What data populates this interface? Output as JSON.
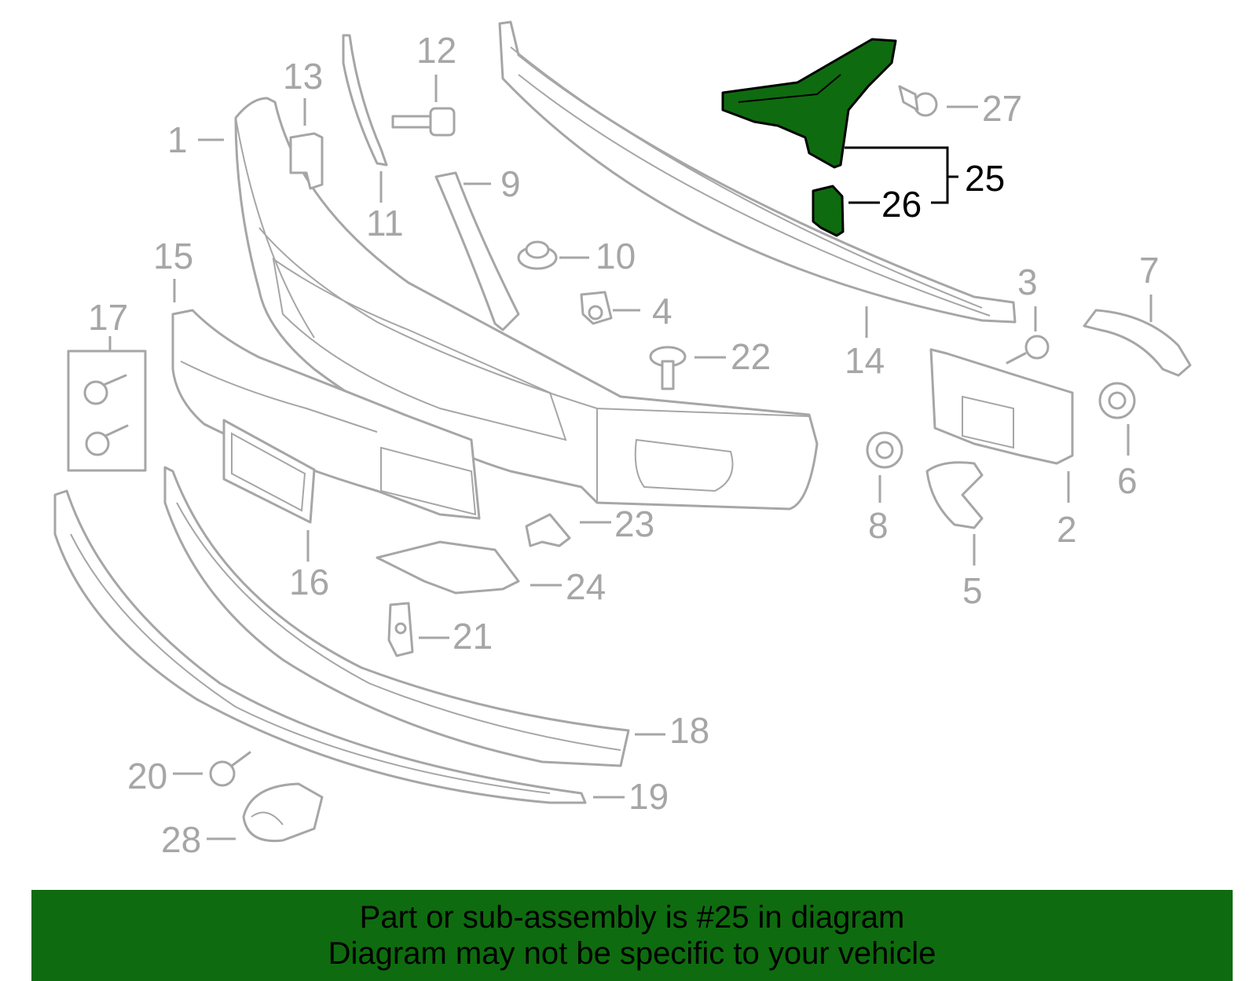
{
  "callouts": {
    "c1": "1",
    "c2": "2",
    "c3": "3",
    "c4": "4",
    "c5": "5",
    "c6": "6",
    "c7": "7",
    "c8": "8",
    "c9": "9",
    "c10": "10",
    "c11": "11",
    "c12": "12",
    "c13": "13",
    "c14": "14",
    "c15": "15",
    "c16": "16",
    "c17": "17",
    "c18": "18",
    "c19": "19",
    "c20": "20",
    "c21": "21",
    "c22": "22",
    "c23": "23",
    "c24": "24",
    "c25": "25",
    "c26": "26",
    "c27": "27",
    "c28": "28"
  },
  "highlight": {
    "part": "25",
    "color": "#0f6b0f"
  },
  "banner": {
    "line1": "Part or sub-assembly is #25 in diagram",
    "line2": "Diagram may not be specific to your vehicle",
    "color": "#0f6b0f"
  }
}
